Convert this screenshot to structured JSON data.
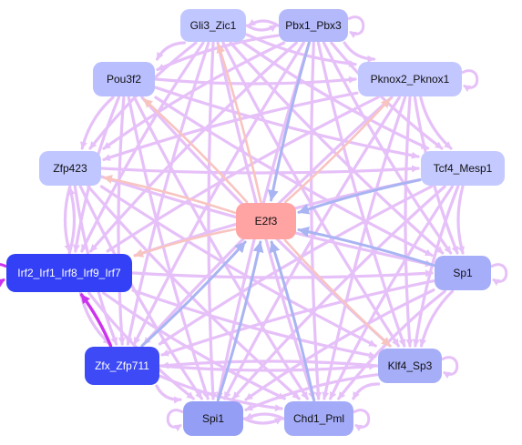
{
  "colors": {
    "edge_default": "#e6c0f8",
    "edge_blue": "#a9b4f2",
    "edge_pink": "#f8c4c0",
    "edge_magenta": "#cc33ee",
    "hub_fill": "#ffa3a3"
  },
  "nodes": [
    {
      "id": "gli3",
      "label": "Gli3_Zic1",
      "fill": "#c0c6ff",
      "light": false
    },
    {
      "id": "pbx1",
      "label": "Pbx1_Pbx3",
      "fill": "#b3b9fa",
      "light": false
    },
    {
      "id": "pou3f2",
      "label": "Pou3f2",
      "fill": "#b9beff",
      "light": false
    },
    {
      "id": "pknox2",
      "label": "Pknox2_Pknox1",
      "fill": "#c2c7ff",
      "light": false
    },
    {
      "id": "zfp423",
      "label": "Zfp423",
      "fill": "#c0c6ff",
      "light": false
    },
    {
      "id": "tcf4",
      "label": "Tcf4_Mesp1",
      "fill": "#c4c9ff",
      "light": false
    },
    {
      "id": "e2f3",
      "label": "E2f3",
      "fill": "#ffa3a3",
      "light": false
    },
    {
      "id": "irf",
      "label": "Irf2_Irf1_Irf8_Irf9_Irf7",
      "fill": "#3340f5",
      "light": true
    },
    {
      "id": "sp1",
      "label": "Sp1",
      "fill": "#a6aefa",
      "light": false
    },
    {
      "id": "zfx",
      "label": "Zfx_Zfp711",
      "fill": "#3d4af5",
      "light": true
    },
    {
      "id": "klf4",
      "label": "Klf4_Sp3",
      "fill": "#a7aef8",
      "light": false
    },
    {
      "id": "spi1",
      "label": "Spi1",
      "fill": "#959ef5",
      "light": false
    },
    {
      "id": "chd1",
      "label": "Chd1_Pml",
      "fill": "#a3abf8",
      "light": false
    }
  ],
  "edges": [
    {
      "from": "gli3",
      "to": "pbx1",
      "color": "default"
    },
    {
      "from": "pbx1",
      "to": "gli3",
      "color": "default"
    },
    {
      "from": "gli3",
      "to": "pou3f2",
      "color": "default"
    },
    {
      "from": "gli3",
      "to": "pknox2",
      "color": "default"
    },
    {
      "from": "gli3",
      "to": "zfp423",
      "color": "default"
    },
    {
      "from": "gli3",
      "to": "tcf4",
      "color": "default"
    },
    {
      "from": "gli3",
      "to": "irf",
      "color": "default"
    },
    {
      "from": "gli3",
      "to": "sp1",
      "color": "default"
    },
    {
      "from": "gli3",
      "to": "zfx",
      "color": "default"
    },
    {
      "from": "gli3",
      "to": "klf4",
      "color": "default"
    },
    {
      "from": "gli3",
      "to": "spi1",
      "color": "default"
    },
    {
      "from": "gli3",
      "to": "chd1",
      "color": "default"
    },
    {
      "from": "pbx1",
      "to": "pou3f2",
      "color": "default"
    },
    {
      "from": "pbx1",
      "to": "pknox2",
      "color": "default"
    },
    {
      "from": "pbx1",
      "to": "zfp423",
      "color": "default"
    },
    {
      "from": "pbx1",
      "to": "tcf4",
      "color": "default"
    },
    {
      "from": "pbx1",
      "to": "irf",
      "color": "default"
    },
    {
      "from": "pbx1",
      "to": "sp1",
      "color": "default"
    },
    {
      "from": "pbx1",
      "to": "zfx",
      "color": "default"
    },
    {
      "from": "pbx1",
      "to": "klf4",
      "color": "default"
    },
    {
      "from": "pbx1",
      "to": "spi1",
      "color": "default"
    },
    {
      "from": "pbx1",
      "to": "chd1",
      "color": "default"
    },
    {
      "from": "pou3f2",
      "to": "pknox2",
      "color": "default"
    },
    {
      "from": "pou3f2",
      "to": "zfp423",
      "color": "default"
    },
    {
      "from": "pou3f2",
      "to": "tcf4",
      "color": "default"
    },
    {
      "from": "pou3f2",
      "to": "irf",
      "color": "default"
    },
    {
      "from": "pou3f2",
      "to": "sp1",
      "color": "default"
    },
    {
      "from": "pou3f2",
      "to": "zfx",
      "color": "default"
    },
    {
      "from": "pou3f2",
      "to": "klf4",
      "color": "default"
    },
    {
      "from": "pou3f2",
      "to": "spi1",
      "color": "default"
    },
    {
      "from": "pou3f2",
      "to": "chd1",
      "color": "default"
    },
    {
      "from": "pknox2",
      "to": "zfp423",
      "color": "default"
    },
    {
      "from": "pknox2",
      "to": "tcf4",
      "color": "default"
    },
    {
      "from": "pknox2",
      "to": "irf",
      "color": "default"
    },
    {
      "from": "pknox2",
      "to": "sp1",
      "color": "default"
    },
    {
      "from": "pknox2",
      "to": "zfx",
      "color": "default"
    },
    {
      "from": "pknox2",
      "to": "klf4",
      "color": "default"
    },
    {
      "from": "pknox2",
      "to": "spi1",
      "color": "default"
    },
    {
      "from": "pknox2",
      "to": "chd1",
      "color": "default"
    },
    {
      "from": "zfp423",
      "to": "tcf4",
      "color": "default"
    },
    {
      "from": "zfp423",
      "to": "irf",
      "color": "default"
    },
    {
      "from": "zfp423",
      "to": "sp1",
      "color": "default"
    },
    {
      "from": "zfp423",
      "to": "zfx",
      "color": "default"
    },
    {
      "from": "zfp423",
      "to": "klf4",
      "color": "default"
    },
    {
      "from": "zfp423",
      "to": "spi1",
      "color": "default"
    },
    {
      "from": "zfp423",
      "to": "chd1",
      "color": "default"
    },
    {
      "from": "tcf4",
      "to": "irf",
      "color": "default"
    },
    {
      "from": "tcf4",
      "to": "sp1",
      "color": "default"
    },
    {
      "from": "tcf4",
      "to": "zfx",
      "color": "default"
    },
    {
      "from": "tcf4",
      "to": "klf4",
      "color": "default"
    },
    {
      "from": "tcf4",
      "to": "spi1",
      "color": "default"
    },
    {
      "from": "tcf4",
      "to": "chd1",
      "color": "default"
    },
    {
      "from": "irf",
      "to": "sp1",
      "color": "default"
    },
    {
      "from": "irf",
      "to": "zfx",
      "color": "default"
    },
    {
      "from": "irf",
      "to": "klf4",
      "color": "default"
    },
    {
      "from": "irf",
      "to": "spi1",
      "color": "default"
    },
    {
      "from": "irf",
      "to": "chd1",
      "color": "default"
    },
    {
      "from": "sp1",
      "to": "zfx",
      "color": "default"
    },
    {
      "from": "sp1",
      "to": "klf4",
      "color": "default"
    },
    {
      "from": "sp1",
      "to": "spi1",
      "color": "default"
    },
    {
      "from": "sp1",
      "to": "chd1",
      "color": "default"
    },
    {
      "from": "zfx",
      "to": "klf4",
      "color": "default"
    },
    {
      "from": "zfx",
      "to": "spi1",
      "color": "default"
    },
    {
      "from": "zfx",
      "to": "chd1",
      "color": "default"
    },
    {
      "from": "klf4",
      "to": "spi1",
      "color": "default"
    },
    {
      "from": "klf4",
      "to": "chd1",
      "color": "default"
    },
    {
      "from": "spi1",
      "to": "chd1",
      "color": "default"
    },
    {
      "from": "chd1",
      "to": "spi1",
      "color": "default"
    },
    {
      "from": "klf4",
      "to": "zfx",
      "color": "default"
    },
    {
      "from": "irf",
      "to": "zfp423",
      "color": "default"
    },
    {
      "from": "zfx",
      "to": "irf",
      "color": "magenta"
    },
    {
      "from": "sp1",
      "to": "e2f3",
      "color": "blue"
    },
    {
      "from": "tcf4",
      "to": "e2f3",
      "color": "blue"
    },
    {
      "from": "chd1",
      "to": "e2f3",
      "color": "blue"
    },
    {
      "from": "spi1",
      "to": "e2f3",
      "color": "blue"
    },
    {
      "from": "zfx",
      "to": "e2f3",
      "color": "blue"
    },
    {
      "from": "pbx1",
      "to": "e2f3",
      "color": "blue"
    },
    {
      "from": "e2f3",
      "to": "gli3",
      "color": "pink"
    },
    {
      "from": "e2f3",
      "to": "zfp423",
      "color": "pink"
    },
    {
      "from": "e2f3",
      "to": "klf4",
      "color": "pink"
    },
    {
      "from": "e2f3",
      "to": "irf",
      "color": "pink"
    },
    {
      "from": "e2f3",
      "to": "pknox2",
      "color": "pink"
    },
    {
      "from": "e2f3",
      "to": "pou3f2",
      "color": "pink"
    }
  ],
  "self_loops": [
    "pbx1",
    "pknox2",
    "sp1",
    "klf4",
    "chd1",
    "spi1",
    "irf"
  ]
}
